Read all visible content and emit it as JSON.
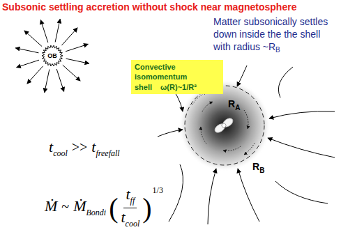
{
  "diagram": {
    "title": "Subsonic settling accretion without shock near magnetosphere",
    "nodes": [
      {
        "text": [
          "OB"
        ]
      },
      {
        "text": [
          "Convective isomomentum shell",
          "ω(R)~1/R²"
        ]
      }
    ],
    "labels": [
      "Matter subsonically settles down inside the the shell with radius ~R",
      "B",
      "R",
      "A",
      "R",
      "B",
      "t",
      "cool",
      ">>",
      "t",
      "freefall",
      "Ṁ",
      "~",
      "Ṁ",
      "Bondi",
      "(",
      "t",
      "ff",
      "t",
      "cool",
      ")",
      "1/3"
    ]
  }
}
